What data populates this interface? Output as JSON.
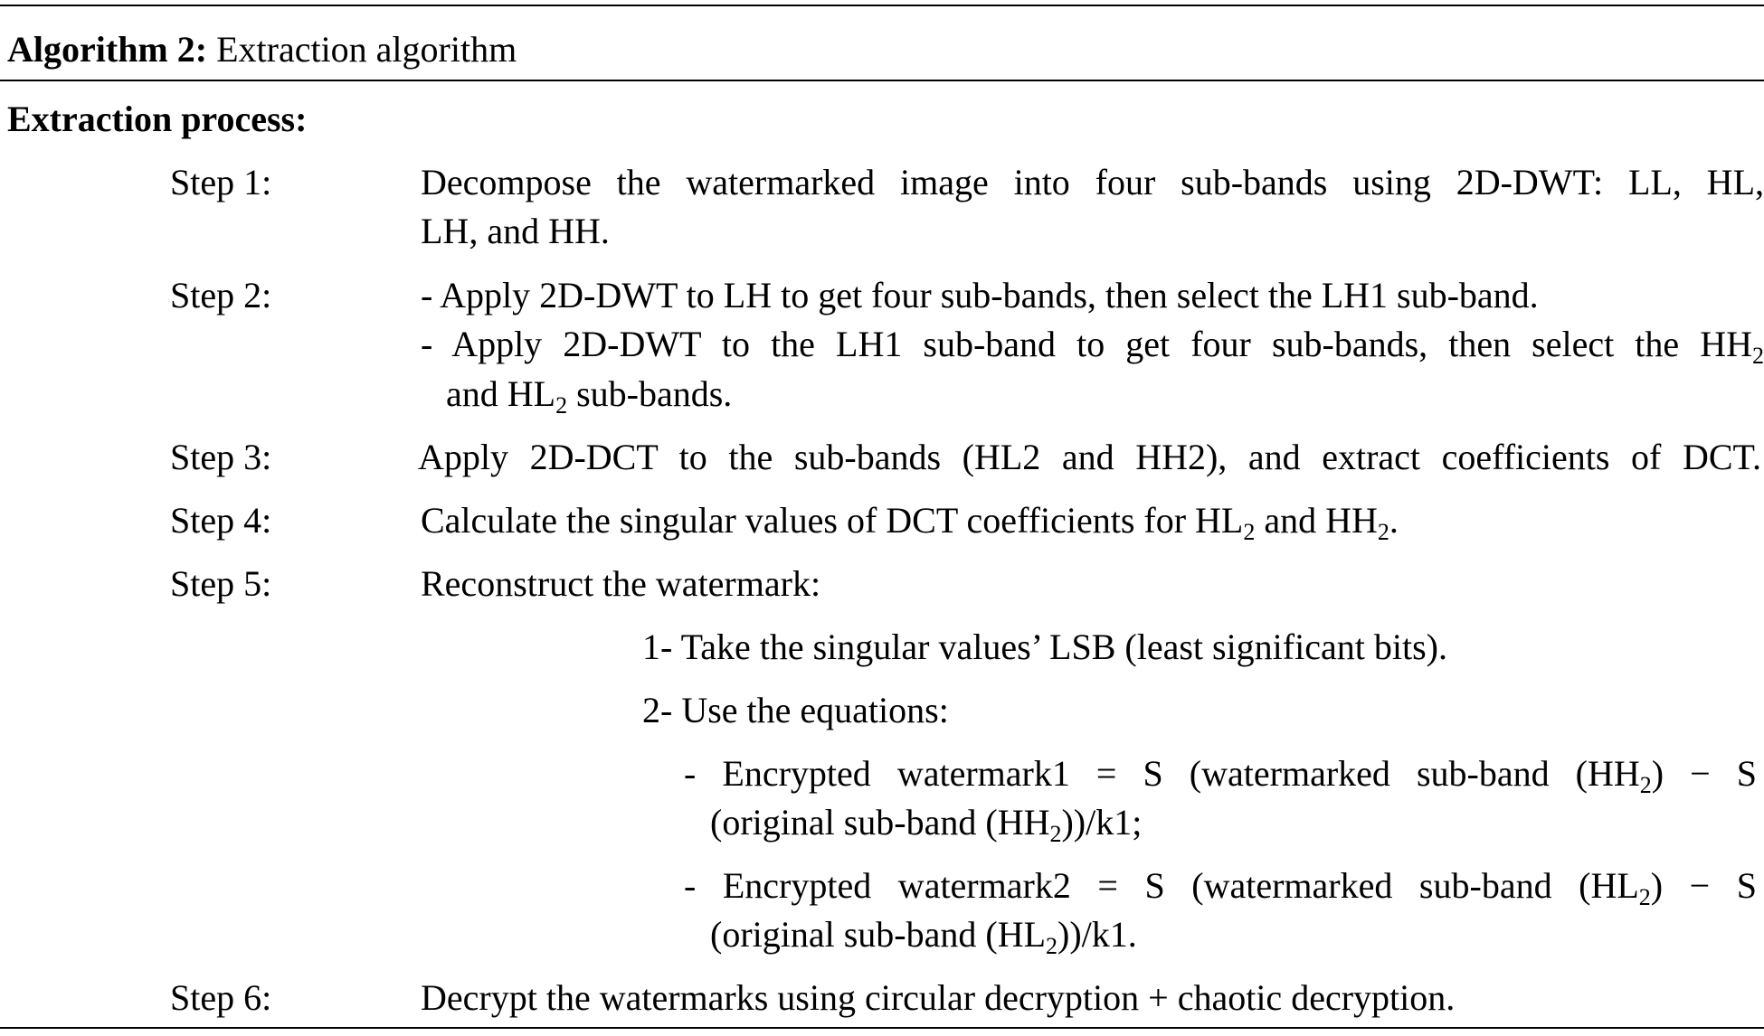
{
  "algorithm": {
    "label": "Algorithm 2:",
    "title": "Extraction algorithm"
  },
  "section_heading": "Extraction process:",
  "steps": [
    {
      "label": "Step 1:",
      "line1": "Decompose the watermarked image into four sub-bands using 2D-DWT: LL, HL,",
      "line2": "LH, and HH."
    },
    {
      "label": "Step 2:",
      "bullet1": "- Apply 2D-DWT to LH to get four sub-bands, then select the LH1 sub-band.",
      "bullet2_pre": "- Apply 2D-DWT to the LH1 sub-band to get four sub-bands, then select the HH",
      "bullet2_sub": "2",
      "bullet2_cont_pre": "and HL",
      "bullet2_cont_sub": "2",
      "bullet2_cont_post": " sub-bands."
    },
    {
      "label": "Step 3:",
      "text": "Apply 2D-DCT to the sub-bands (HL2 and HH2), and extract coefficients of DCT."
    },
    {
      "label": "Step 4:",
      "text_pre": "Calculate the singular values of DCT coefficients for HL",
      "sub1": "2",
      "text_mid": " and HH",
      "sub2": "2",
      "text_post": "."
    },
    {
      "label": "Step 5:",
      "text": "Reconstruct the watermark:",
      "item1": "1- Take the singular values’ LSB (least significant bits).",
      "item2": "2- Use the equations:",
      "eq1_pre": "- Encrypted watermark1 = S (watermarked sub-band (HH",
      "eq1_sub": "2",
      "eq1_post": ") − S",
      "eq1_cont_pre": "(original sub-band (HH",
      "eq1_cont_sub": "2",
      "eq1_cont_post": "))/k1;",
      "eq2_pre": "- Encrypted watermark2 = S (watermarked sub-band (HL",
      "eq2_sub": "2",
      "eq2_post": ") − S",
      "eq2_cont_pre": "(original sub-band (HL",
      "eq2_cont_sub": "2",
      "eq2_cont_post": "))/k1."
    },
    {
      "label": "Step 6:",
      "text": "Decrypt the watermarks using circular decryption + chaotic decryption."
    }
  ]
}
